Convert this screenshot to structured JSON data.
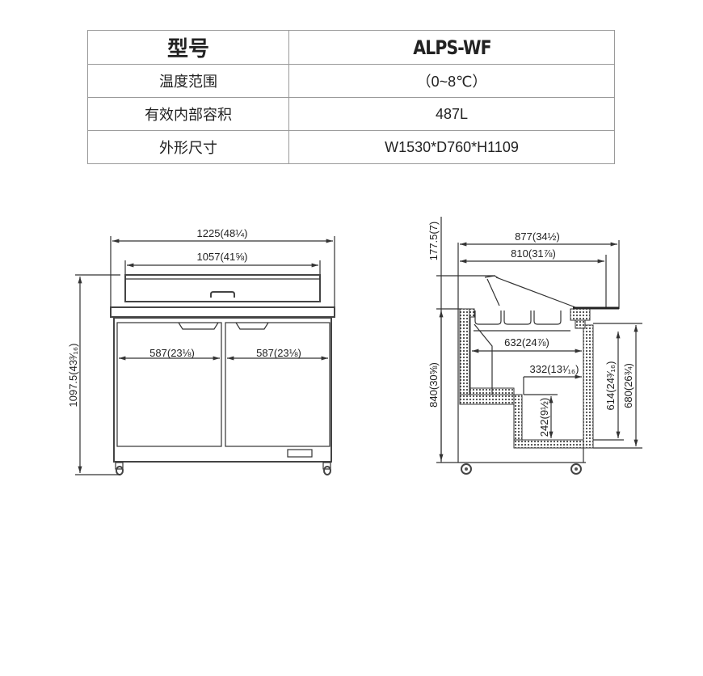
{
  "spec_table": {
    "header": {
      "label": "型号",
      "value": "ALPS-WF"
    },
    "rows": [
      {
        "label": "温度范围",
        "value": "（0~8℃）"
      },
      {
        "label": "有效内部容积",
        "value": "487L"
      },
      {
        "label": "外形尺寸",
        "value": "W1530*D760*H1109"
      }
    ]
  },
  "front_view": {
    "overall_width": "1225(48¼)",
    "top_width": "1057(41⅝)",
    "door_left_width": "587(23⅛)",
    "door_right_width": "587(23⅛)",
    "height": "1097.5(43³⁄₁₆)"
  },
  "side_view": {
    "top_height": "177.5(7)",
    "overall_depth": "877(34½)",
    "top_depth": "810(31⅞)",
    "interior_depth": "632(24⅞)",
    "shelf_depth": "332(13¹⁄₁₆)",
    "shelf_height": "242(9½)",
    "counter_height": "840(30⅝)",
    "door_height": "614(24³⁄₁₆)",
    "door_frame_height": "680(26¾)"
  }
}
